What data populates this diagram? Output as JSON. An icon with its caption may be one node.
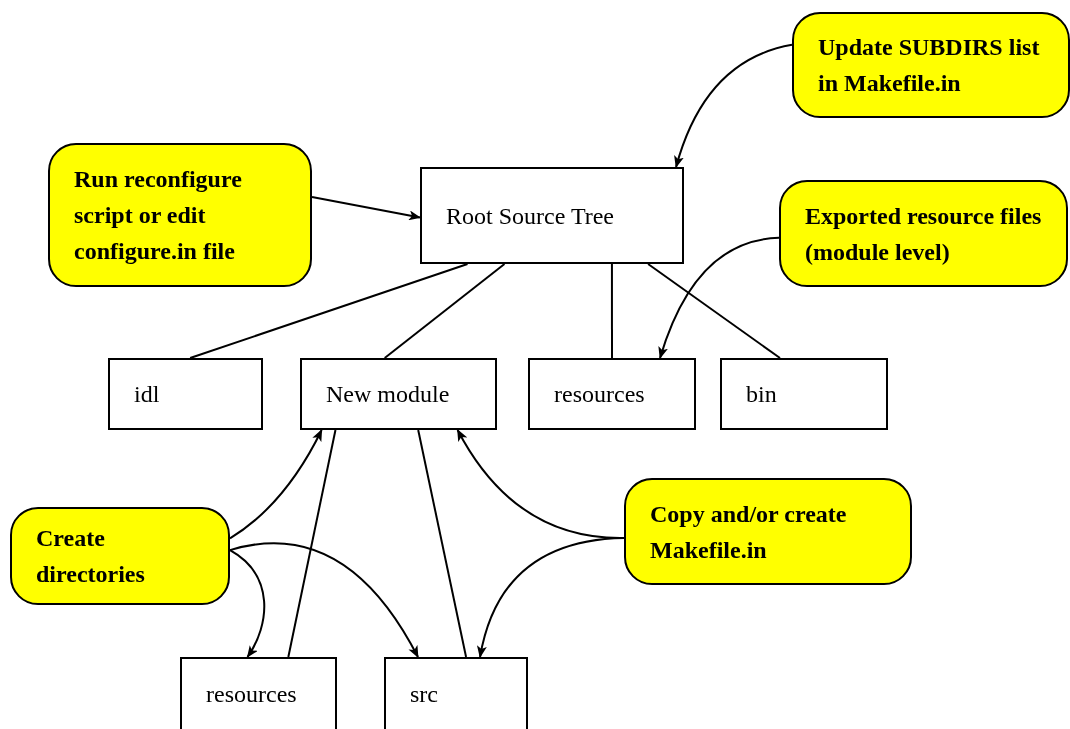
{
  "diagram": {
    "nodes": [
      {
        "text": [
          "Update SUBDIRS list in Makefile.in"
        ]
      },
      {
        "text": [
          "Run reconfigure script or edit configure.in file"
        ]
      },
      {
        "text": [
          "Root Source Tree"
        ]
      },
      {
        "text": [
          "Exported resource files (module level)"
        ]
      },
      {
        "text": [
          "idl"
        ]
      },
      {
        "text": [
          "New module"
        ]
      },
      {
        "text": [
          "resources"
        ]
      },
      {
        "text": [
          "bin"
        ]
      },
      {
        "text": [
          "Create directories"
        ]
      },
      {
        "text": [
          "Copy and/or create Makefile.in"
        ]
      },
      {
        "text": [
          "resources"
        ]
      },
      {
        "text": [
          "src"
        ]
      }
    ],
    "edges": [
      {
        "from": 0,
        "to": 2,
        "arrow": "to"
      },
      {
        "from": 1,
        "to": 2,
        "arrow": "to"
      },
      {
        "from": 2,
        "to": 4,
        "arrow": "none"
      },
      {
        "from": 2,
        "to": 5,
        "arrow": "none"
      },
      {
        "from": 2,
        "to": 6,
        "arrow": "none"
      },
      {
        "from": 2,
        "to": 7,
        "arrow": "none"
      },
      {
        "from": 3,
        "to": 6,
        "arrow": "to"
      },
      {
        "from": 8,
        "to": 5,
        "arrow": "to"
      },
      {
        "from": 8,
        "to": 10,
        "arrow": "to"
      },
      {
        "from": 8,
        "to": 11,
        "arrow": "to"
      },
      {
        "from": 9,
        "to": 5,
        "arrow": "to"
      },
      {
        "from": 9,
        "to": 11,
        "arrow": "to"
      },
      {
        "from": 5,
        "to": 10,
        "arrow": "none"
      },
      {
        "from": 5,
        "to": 11,
        "arrow": "none"
      }
    ]
  }
}
